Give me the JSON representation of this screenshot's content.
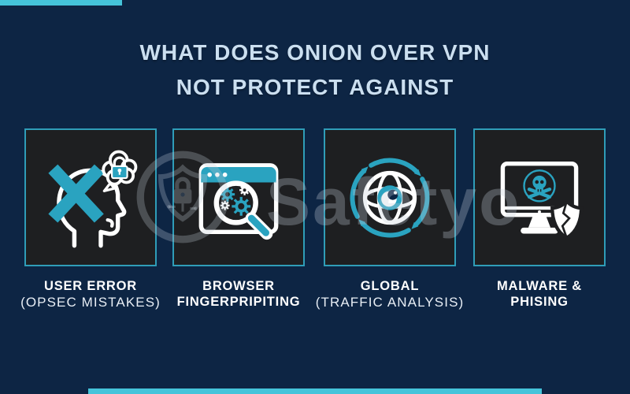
{
  "page": {
    "background_color": "#0d2544",
    "accent_teal": "#2f9db8",
    "accent_teal_bright": "#45c4da",
    "icon_teal": "#2aa3c0",
    "card_background": "#1e1f21",
    "title_color": "#cbdff0"
  },
  "title": {
    "line1": "WHAT DOES ONION OVER VPN",
    "line2": "NOT PROTECT AGAINST"
  },
  "watermark": {
    "text": "Safetyo",
    "logo": "shield-lock-circle-logo"
  },
  "cards": [
    {
      "icon": "head-with-x-and-lock-thought-bubble",
      "label_line1": "USER ERROR",
      "label_line2": "(OPSEC MISTAKES)"
    },
    {
      "icon": "browser-window-magnifier-gears",
      "label_line1": "BROWSER",
      "label_line2": "FINGERPRIPITING"
    },
    {
      "icon": "globe-eye-rotating-arrows",
      "label_line1": "GLOBAL",
      "label_line2": "(TRAFFIC ANALYSIS)"
    },
    {
      "icon": "monitor-skull-broken-shield",
      "label_line1": "MALWARE &",
      "label_line2": "PHISING"
    }
  ]
}
